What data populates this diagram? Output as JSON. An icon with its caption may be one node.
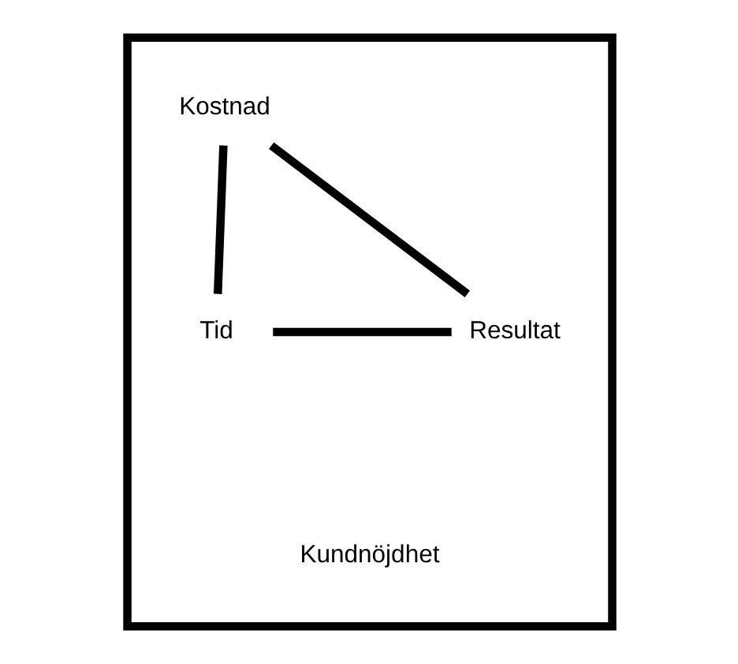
{
  "diagram": {
    "nodes": [
      {
        "text": [],
        "shape": "box"
      },
      {
        "text": [
          "Kostnad"
        ],
        "in": 0
      },
      {
        "text": [
          "Tid"
        ],
        "in": 0
      },
      {
        "text": [
          "Resultat"
        ],
        "in": 0
      },
      {
        "text": [
          "Kundnöjdhet"
        ],
        "in": 0
      }
    ],
    "edges": [
      {
        "from": 1,
        "to": 2,
        "arrow": "none"
      },
      {
        "from": 2,
        "to": 3,
        "arrow": "none"
      },
      {
        "from": 3,
        "to": 1,
        "arrow": "none"
      }
    ]
  }
}
